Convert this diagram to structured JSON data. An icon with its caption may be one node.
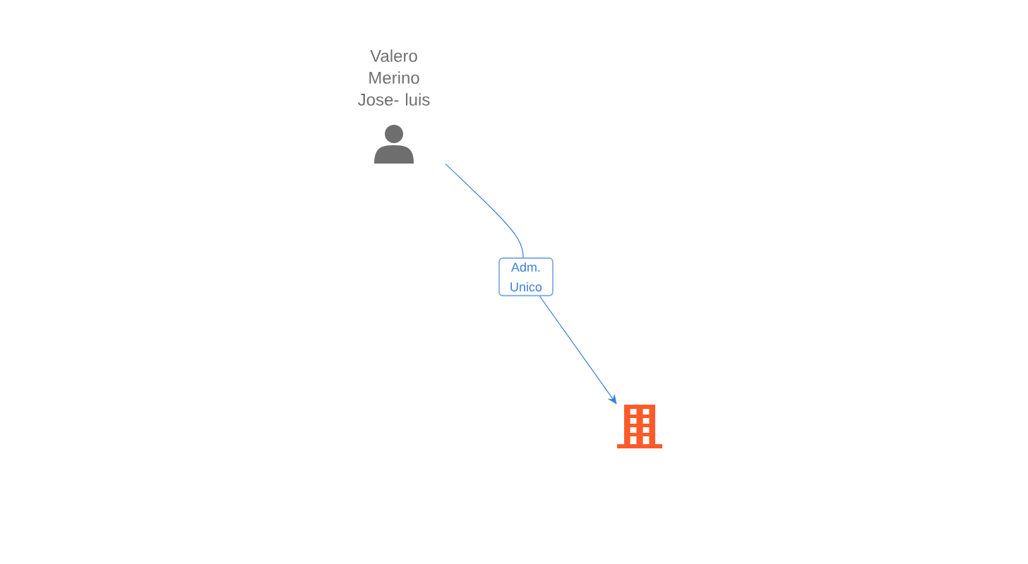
{
  "diagram": {
    "nodes": [
      {
        "text": [
          "Valero Merino Jose- luis"
        ]
      },
      {
        "text": [],
        "shape": "building"
      }
    ],
    "edges": [
      {
        "from": 0,
        "to": 1,
        "arrow": "to",
        "label": "Adm. Unico"
      }
    ]
  }
}
